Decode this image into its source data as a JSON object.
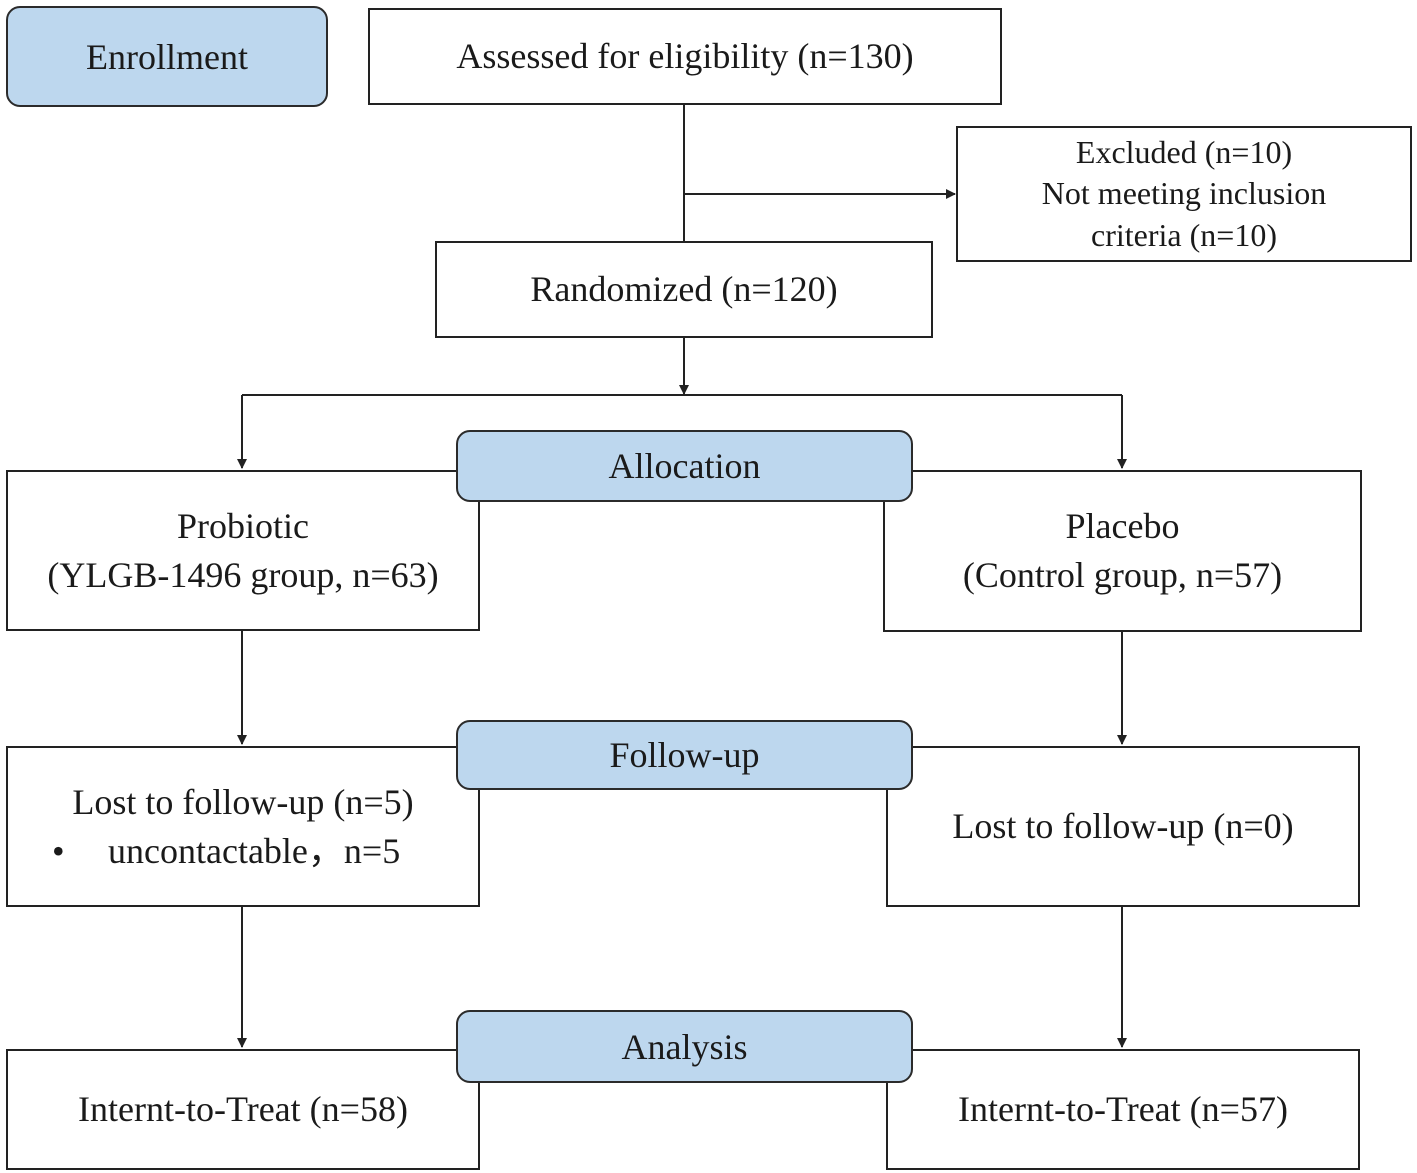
{
  "style": {
    "stage_fill": "#bdd7ee",
    "line_color": "#222222"
  },
  "stages": {
    "enrollment": "Enrollment",
    "allocation": "Allocation",
    "follow_up": "Follow-up",
    "analysis": "Analysis"
  },
  "enrollment": {
    "assessed": "Assessed for eligibility (n=130)",
    "excluded": {
      "line1": "Excluded (n=10)",
      "line2": "Not meeting inclusion",
      "line3": "criteria (n=10)"
    },
    "randomized": "Randomized (n=120)"
  },
  "allocation": {
    "probiotic": {
      "line1": "Probiotic",
      "line2": "(YLGB-1496 group, n=63)"
    },
    "placebo": {
      "line1": "Placebo",
      "line2": "(Control group, n=57)"
    }
  },
  "follow_up": {
    "probiotic": {
      "line1": "Lost to follow-up (n=5)",
      "bullet": "•",
      "detail": "uncontactable，n=5"
    },
    "placebo": {
      "line1": "Lost to follow-up (n=0)"
    }
  },
  "analysis": {
    "probiotic": "Internt-to-Treat (n=58)",
    "placebo": "Internt-to-Treat (n=57)"
  }
}
